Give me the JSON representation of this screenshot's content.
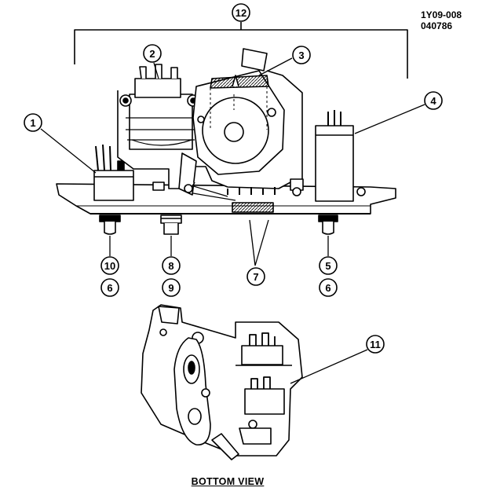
{
  "figure": {
    "id_line1": "1Y09-008",
    "id_line2": "040786",
    "bottom_view_caption": "BOTTOM VIEW"
  },
  "callouts": {
    "c1": "1",
    "c2": "2",
    "c3": "3",
    "c4": "4",
    "c5": "5",
    "c6a": "6",
    "c6b": "6",
    "c7": "7",
    "c8": "8",
    "c9": "9",
    "c10": "10",
    "c11": "11",
    "c12": "12"
  },
  "colors": {
    "ink": "#000000",
    "paper": "#ffffff",
    "shade": "#bfbfbf"
  }
}
